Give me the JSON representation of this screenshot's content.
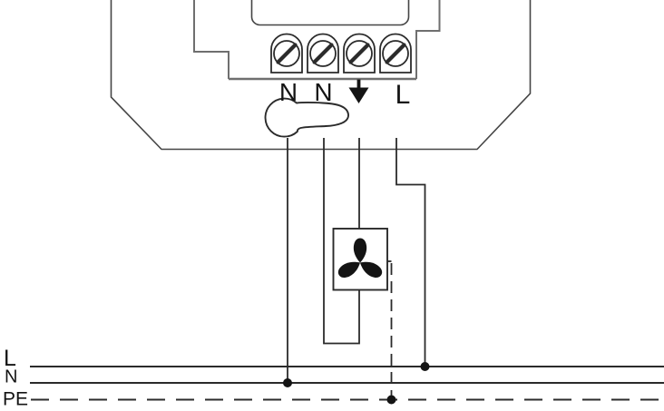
{
  "colors": {
    "ink": "#141414",
    "wire": "#2b2b2b",
    "outline": "#454545",
    "housing": "#6f6f6f",
    "background": "#ffffff"
  },
  "device": {
    "terminals": [
      {
        "label": "N"
      },
      {
        "label": "N"
      },
      {
        "icon": "down-arrow"
      },
      {
        "label": "L"
      }
    ]
  },
  "load": {
    "icon": "fan-propeller"
  },
  "bus": [
    {
      "label": "L",
      "style": "solid"
    },
    {
      "label": "N",
      "style": "solid"
    },
    {
      "label": "PE",
      "style": "dashed"
    }
  ]
}
